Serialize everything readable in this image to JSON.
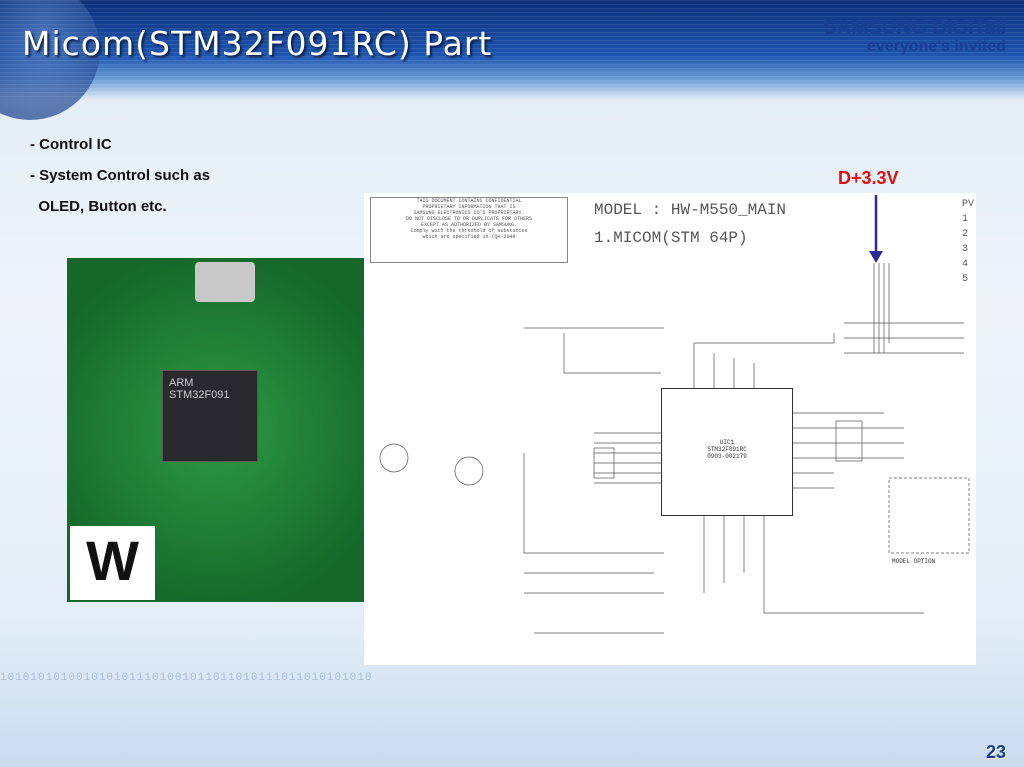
{
  "slide": {
    "title": "Micom(STM32F091RC) Part",
    "logo": {
      "line1": "SAMSUNG DIGITall",
      "line2": "everyone's invited"
    },
    "bullets": [
      "- Control IC",
      "- System Control such as",
      "  OLED, Button etc."
    ],
    "annotation": "D+3.3V",
    "page_number": "23",
    "colors": {
      "annotation": "#e01010",
      "arrow": "#2a2a9a",
      "banner": "#1d55b0"
    }
  },
  "photo": {
    "chip_text": "ARM STM32F091",
    "label": "W"
  },
  "schematic": {
    "notice": [
      "THIS DOCUMENT CONTAINS CONFIDENTIAL",
      "PROPRIETARY INFORMATION THAT IS",
      "SAMSUNG ELECTRONICS CO'S PROPRIETARY.",
      "DO NOT DISCLOSE TO OR DUPLICATE FOR OTHERS",
      "EXCEPT AS AUTHORIZED BY SAMSUNG.",
      "Comply with the threshold of substances",
      "which are specified in (QA-2049"
    ],
    "model": "MODEL : HW-M550_MAIN",
    "sheet": "1.MICOM(STM 64P)",
    "pv": [
      "PV",
      "1",
      "2",
      "3",
      "4",
      "5"
    ],
    "ic_ref": "UIC1",
    "ic_part": "STM32F091RC",
    "ic_code": "0903-002179",
    "model_option": "MODEL OPTION"
  }
}
